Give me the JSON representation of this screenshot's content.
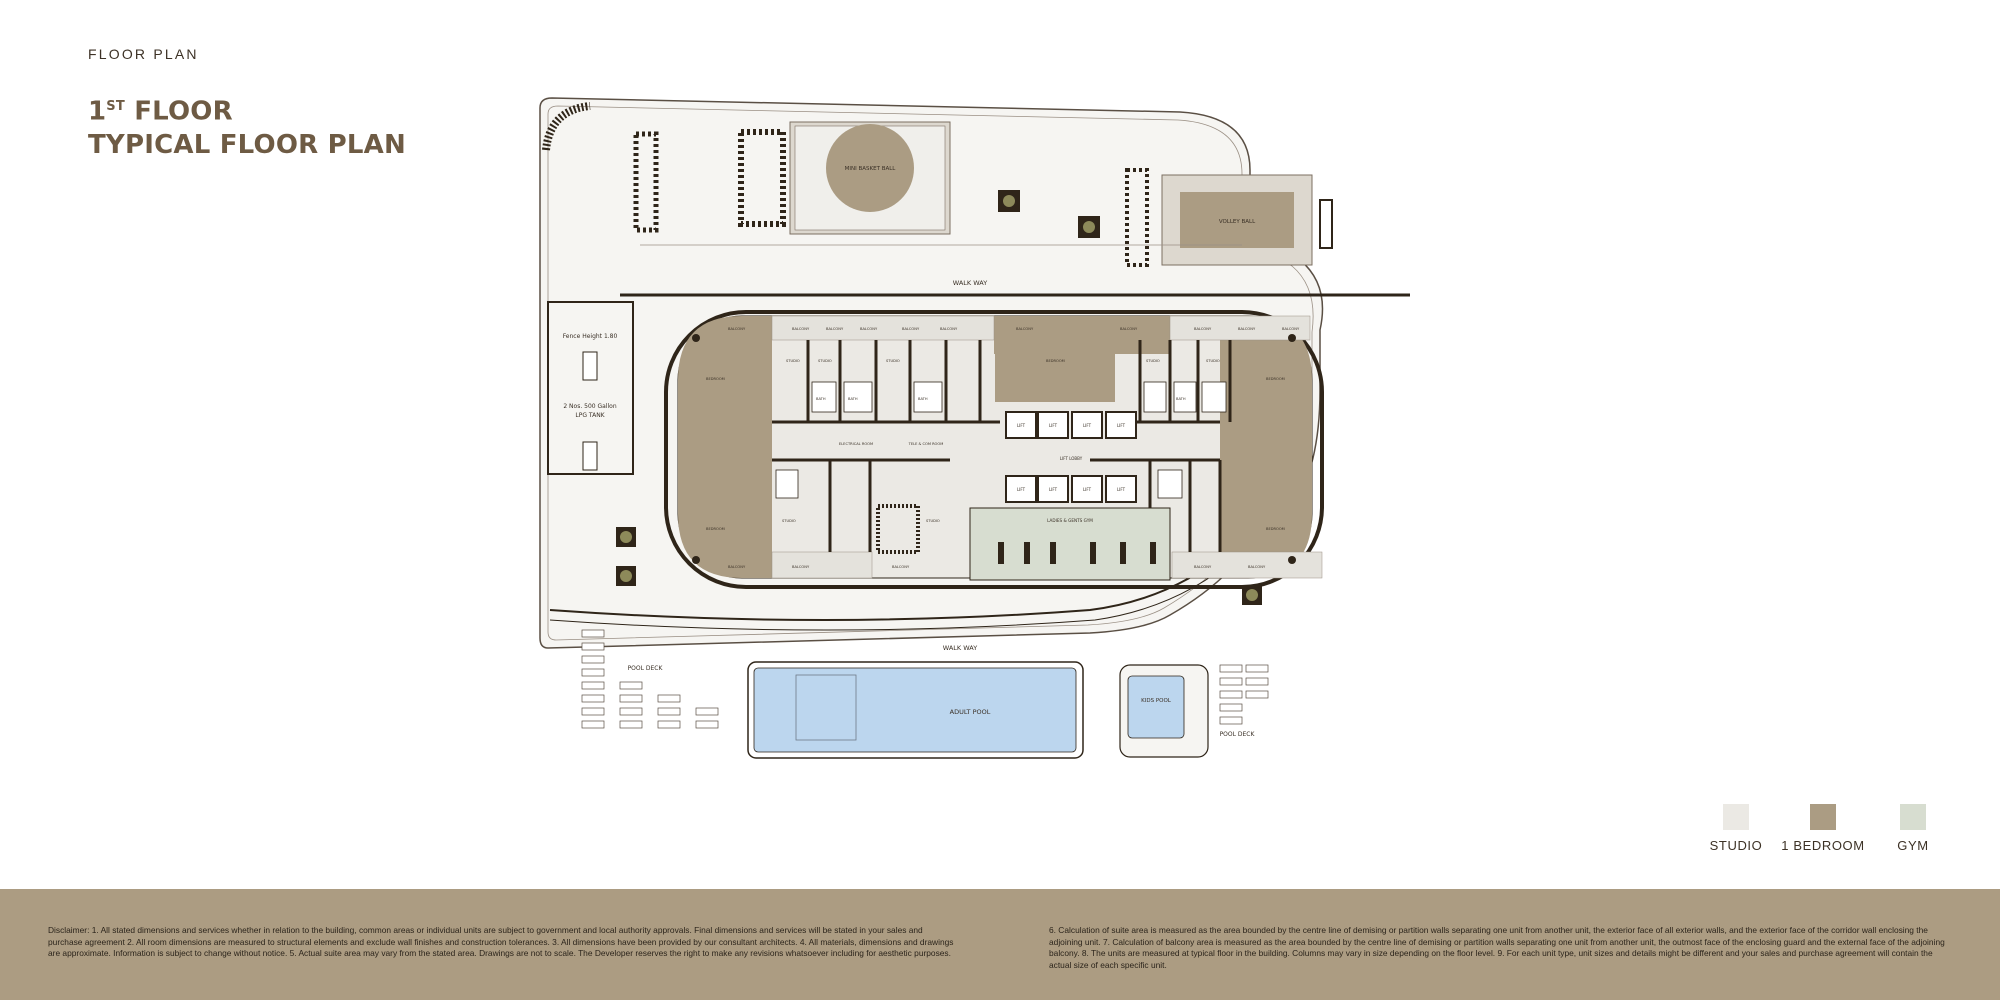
{
  "header": {
    "eyebrow": "FLOOR PLAN",
    "floor_number": "1",
    "floor_suffix": "ST",
    "floor_word": "FLOOR",
    "title_line2": "TYPICAL FLOOR PLAN"
  },
  "plan_labels": {
    "mini_basketball": "MINI BASKET BALL",
    "volleyball": "VOLLEY BALL",
    "walkway": "WALK WAY",
    "fence_height": "Fence Height 1.80",
    "lpg_line1": "2 Nos. 500 Gallon",
    "lpg_line2": "LPG TANK",
    "pool_deck": "POOL DECK",
    "adult_pool": "ADULT POOL",
    "kids_pool": "KIDS POOL",
    "lift_lobby": "LIFT LOBBY",
    "ladies_gym": "LADIES & GENTS GYM",
    "balcony": "BALCONY",
    "studio": "STUDIO",
    "bedroom": "BEDROOM",
    "lift": "LIFT",
    "bath": "BATH",
    "electrical_room": "ELECTRICAL ROOM",
    "telecom_room": "TELE & COM ROOM"
  },
  "legend": [
    {
      "label": "STUDIO",
      "color": "#ebe9e4"
    },
    {
      "label": "1 BEDROOM",
      "color": "#ab9c83"
    },
    {
      "label": "GYM",
      "color": "#d7ddd0"
    }
  ],
  "colors": {
    "one_bedroom": "#ab9c83",
    "studio": "#ebe9e4",
    "gym": "#d7ddd0",
    "pool": "#bcd6ee",
    "wall": "#2f2519",
    "footer": "#ac9c82"
  },
  "disclaimer": {
    "left": "Disclaimer: 1. All stated dimensions and services whether in relation to the building, common areas or individual units are subject to government and local authority approvals. Final dimensions and services will be stated in your sales and purchase agreement 2. All room dimensions are measured to structural elements and exclude wall finishes and construction tolerances. 3. All dimensions have been provided by our consultant architects. 4. All materials, dimensions and drawings are approximate. Information is subject to change without notice. 5. Actual suite area may vary from the stated area. Drawings are not to scale. The Developer reserves the right to make any revisions whatsoever including for aesthetic purposes.",
    "right": "6. Calculation of suite area is measured as the area bounded by the centre line of demising or partition walls separating one unit from another unit, the exterior face of all exterior walls, and the exterior face of the corridor wall enclosing the adjoining unit. 7. Calculation of balcony area is measured as the area bounded by the centre line of demising or partition walls separating one unit from another unit, the outmost face of the enclosing guard and the external face of the adjoining balcony. 8. The units are measured at typical floor in the building. Columns may vary in size depending on the floor level. 9. For each unit type, unit sizes and details might be different and your sales and purchase agreement will contain the actual size of each specific unit."
  }
}
